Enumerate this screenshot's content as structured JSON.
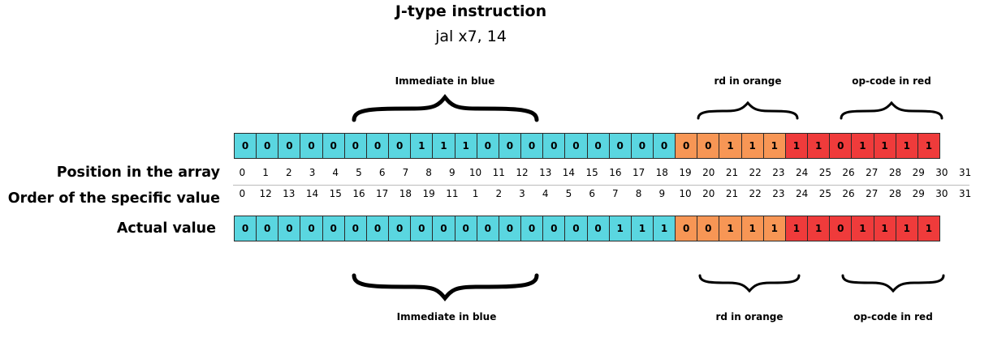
{
  "header": {
    "title": "J-type instruction",
    "subtitle": "jal x7, 14"
  },
  "colors": {
    "immediate": "#5ad6e0",
    "rd": "#f79655",
    "opcode": "#ef3b3b"
  },
  "labels": {
    "top": {
      "immediate": "Immediate in blue",
      "rd": "rd in orange",
      "opcode": "op-code in red"
    },
    "bottom": {
      "immediate": "Immediate in blue",
      "rd": "rd in orange",
      "opcode": "op-code in red"
    }
  },
  "rows": {
    "encoded_label": "",
    "position_label": "Position in the array",
    "order_label": "Order of the specific value",
    "actual_label": "Actual value"
  },
  "fields": [
    {
      "name": "immediate",
      "start": 0,
      "end": 19
    },
    {
      "name": "rd",
      "start": 20,
      "end": 24
    },
    {
      "name": "opcode",
      "start": 25,
      "end": 31
    }
  ],
  "encoded_bits": [
    "0",
    "0",
    "0",
    "0",
    "0",
    "0",
    "0",
    "0",
    "1",
    "1",
    "1",
    "0",
    "0",
    "0",
    "0",
    "0",
    "0",
    "0",
    "0",
    "0",
    "0",
    "0",
    "1",
    "1",
    "1",
    "1",
    "1",
    "0",
    "1",
    "1",
    "1",
    "1"
  ],
  "positions": [
    "0",
    "1",
    "2",
    "3",
    "4",
    "5",
    "6",
    "7",
    "8",
    "9",
    "10",
    "11",
    "12",
    "13",
    "14",
    "15",
    "16",
    "17",
    "18",
    "19",
    "20",
    "21",
    "22",
    "23",
    "24",
    "25",
    "26",
    "27",
    "28",
    "29",
    "30",
    "31"
  ],
  "order": [
    "0",
    "12",
    "13",
    "14",
    "15",
    "16",
    "17",
    "18",
    "19",
    "11",
    "1",
    "2",
    "3",
    "4",
    "5",
    "6",
    "7",
    "8",
    "9",
    "10",
    "20",
    "21",
    "22",
    "23",
    "24",
    "25",
    "26",
    "27",
    "28",
    "29",
    "30",
    "31"
  ],
  "actual_bits": [
    "0",
    "0",
    "0",
    "0",
    "0",
    "0",
    "0",
    "0",
    "0",
    "0",
    "0",
    "0",
    "0",
    "0",
    "0",
    "0",
    "0",
    "1",
    "1",
    "1",
    "0",
    "0",
    "1",
    "1",
    "1",
    "1",
    "1",
    "0",
    "1",
    "1",
    "1",
    "1"
  ]
}
